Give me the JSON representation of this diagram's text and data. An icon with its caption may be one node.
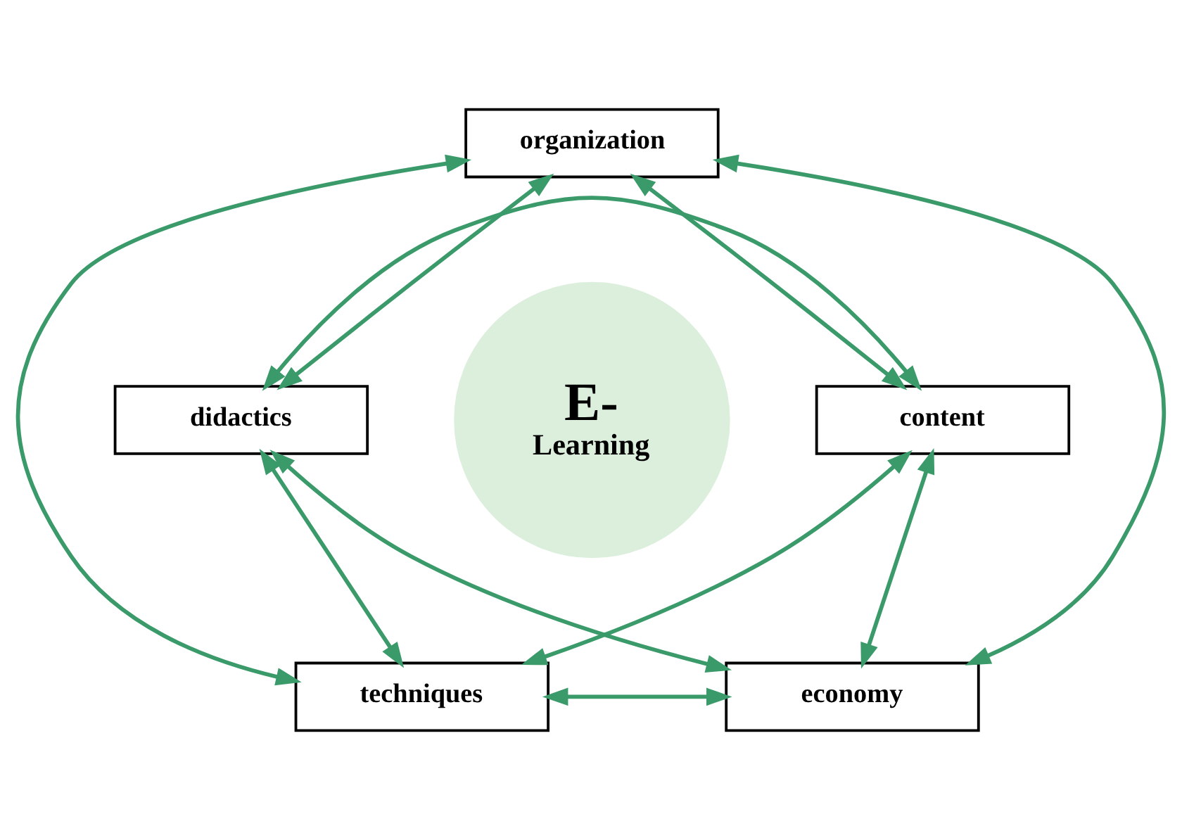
{
  "diagram": {
    "nodes": [
      {
        "text": [
          "organization"
        ]
      },
      {
        "text": [
          "didactics"
        ]
      },
      {
        "text": [
          "content"
        ]
      },
      {
        "text": [
          "E-",
          "Learning"
        ]
      },
      {
        "text": [
          "techniques"
        ]
      },
      {
        "text": [
          "economy"
        ]
      }
    ],
    "edges": [
      {
        "from": 0,
        "to": 1,
        "arrow": "both"
      },
      {
        "from": 0,
        "to": 2,
        "arrow": "both"
      },
      {
        "from": 1,
        "to": 4,
        "arrow": "both"
      },
      {
        "from": 2,
        "to": 5,
        "arrow": "both"
      },
      {
        "from": 4,
        "to": 5,
        "arrow": "both"
      },
      {
        "from": 0,
        "to": 4,
        "arrow": "both"
      },
      {
        "from": 0,
        "to": 5,
        "arrow": "both"
      },
      {
        "from": 1,
        "to": 2,
        "arrow": "both"
      },
      {
        "from": 1,
        "to": 5,
        "arrow": "both"
      },
      {
        "from": 2,
        "to": 4,
        "arrow": "both"
      }
    ]
  }
}
